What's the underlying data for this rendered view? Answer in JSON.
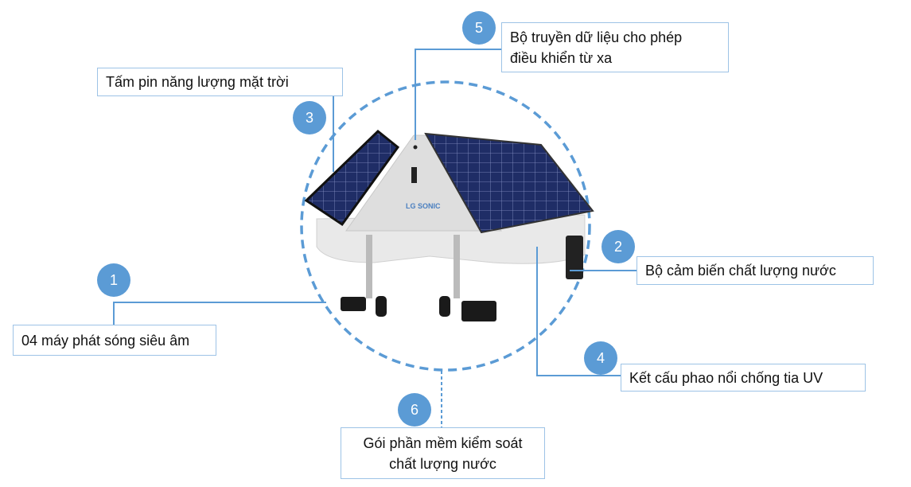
{
  "colors": {
    "accent": "#5b9bd5",
    "box_border": "#9dc3e6",
    "panel": "#1c2a5a"
  },
  "device_logo": "LG SONIC",
  "callouts": [
    {
      "number": "1",
      "label": "04 máy phát sóng siêu âm"
    },
    {
      "number": "2",
      "label": "Bộ cảm biến chất lượng nước"
    },
    {
      "number": "3",
      "label": "Tấm pin năng lượng mặt trời"
    },
    {
      "number": "4",
      "label": "Kết cấu phao nổi chống tia UV"
    },
    {
      "number": "5",
      "label_lines": [
        "Bộ truyền dữ liệu cho phép",
        "điều khiển từ xa"
      ]
    },
    {
      "number": "6",
      "label_lines": [
        "Gói phần mềm kiểm soát",
        "chất lượng nước"
      ]
    }
  ]
}
